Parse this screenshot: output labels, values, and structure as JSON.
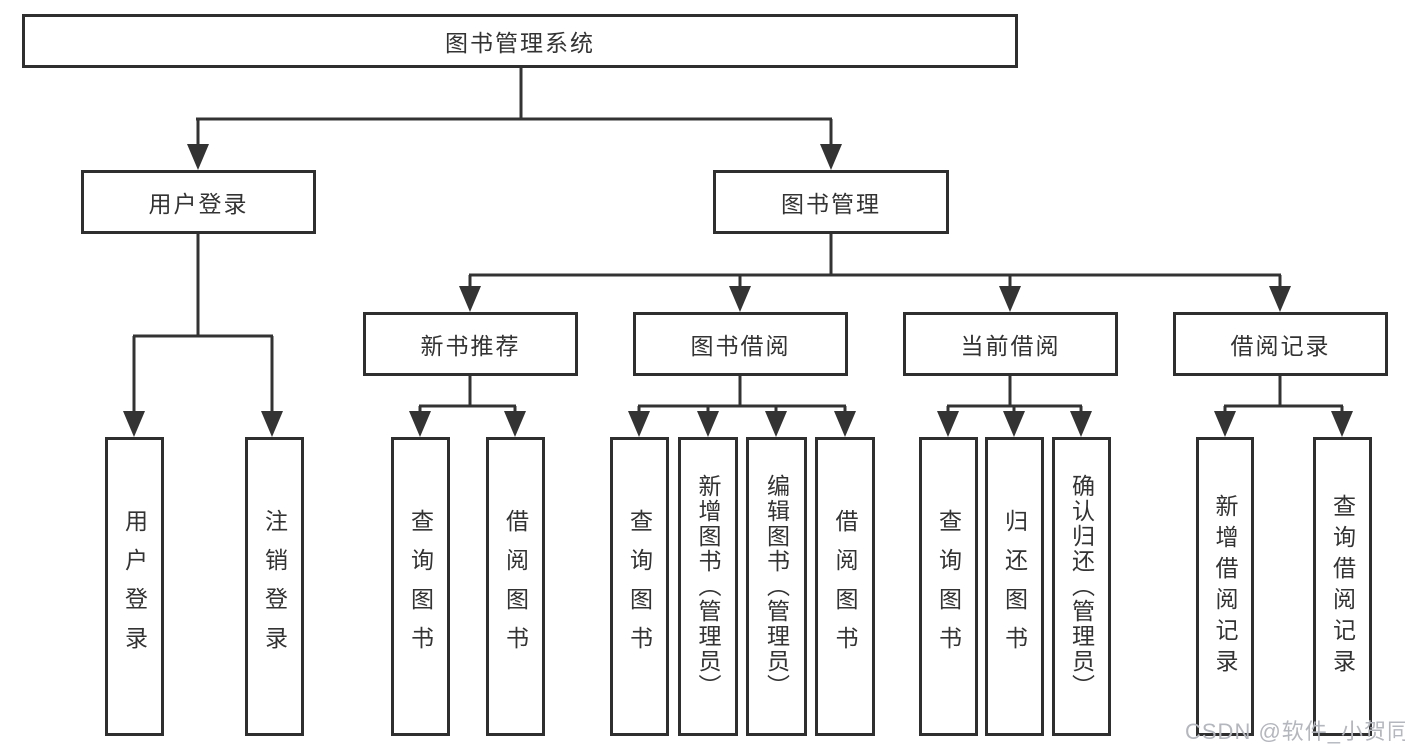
{
  "diagram": {
    "root": {
      "label": "图书管理系统"
    },
    "branches": [
      {
        "label": "用户登录",
        "children": [
          {
            "label": "用户登录"
          },
          {
            "label": "注销登录"
          }
        ]
      },
      {
        "label": "图书管理",
        "children": [
          {
            "label": "新书推荐",
            "children": [
              {
                "label": "查询图书"
              },
              {
                "label": "借阅图书"
              }
            ]
          },
          {
            "label": "图书借阅",
            "children": [
              {
                "label": "查询图书"
              },
              {
                "label": "新增图书（管理员）"
              },
              {
                "label": "编辑图书（管理员）"
              },
              {
                "label": "借阅图书"
              }
            ]
          },
          {
            "label": "当前借阅",
            "children": [
              {
                "label": "查询图书"
              },
              {
                "label": "归还图书"
              },
              {
                "label": "确认归还（管理员）"
              }
            ]
          },
          {
            "label": "借阅记录",
            "children": [
              {
                "label": "新增借阅记录"
              },
              {
                "label": "查询借阅记录"
              }
            ]
          }
        ]
      }
    ]
  },
  "watermark": {
    "text": "CSDN @软件_小贺同学"
  },
  "colors": {
    "line": "#333333",
    "border": "#2f2f2f",
    "text": "#333333",
    "background": "#ffffff",
    "watermark": "#b4b7be"
  }
}
